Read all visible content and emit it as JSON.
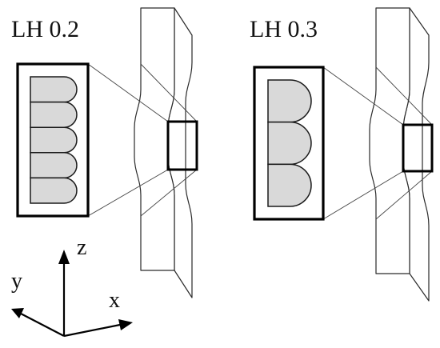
{
  "specimens": [
    {
      "label": "LH 0.2",
      "layer_count": 5
    },
    {
      "label": "LH 0.3",
      "layer_count": 3
    }
  ],
  "axes": {
    "z_label": "z",
    "y_label": "y",
    "x_label": "x"
  },
  "colors": {
    "bead_fill": "#d9d9d9",
    "outline": "#000000",
    "background": "#ffffff"
  }
}
